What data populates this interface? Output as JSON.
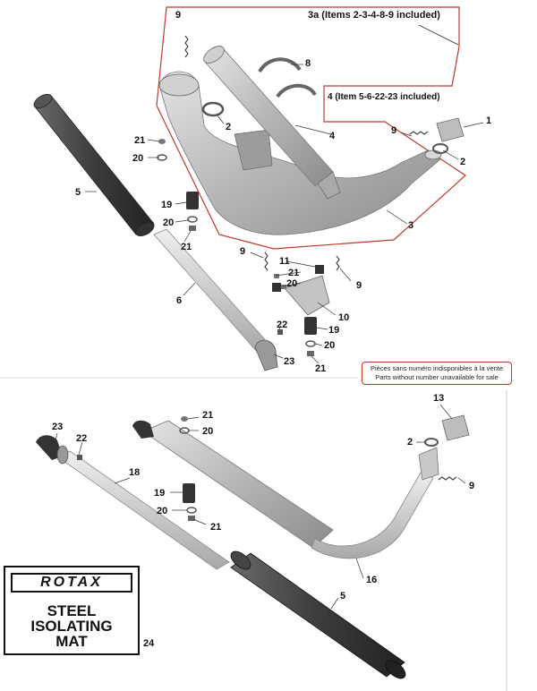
{
  "groups": {
    "group_3a": "3a (Items 2-3-4-8-9 included)",
    "group_4": "4 (Item 5-6-22-23 included)"
  },
  "note": {
    "line1": "Pièces sans numéro indisponibles à la vente",
    "line2": "Parts without number unavailable for sale"
  },
  "mat": {
    "brand": "ROTAX",
    "line1": "STEEL",
    "line2": "ISOLATING",
    "line3": "MAT",
    "number": "24"
  },
  "callouts": {
    "top": [
      "9",
      "8",
      "2",
      "4",
      "1",
      "9",
      "2",
      "21",
      "20",
      "5",
      "19",
      "20",
      "21",
      "3",
      "9",
      "11",
      "21",
      "20",
      "9",
      "6",
      "10",
      "22",
      "19",
      "20",
      "23",
      "21"
    ],
    "bottom": [
      "13",
      "21",
      "20",
      "23",
      "22",
      "2",
      "9",
      "18",
      "19",
      "20",
      "21",
      "5",
      "16"
    ]
  },
  "colors": {
    "part_grey": "#b9b9b9",
    "dark_grey": "#4a4a4a",
    "outline_red": "#c0392b"
  }
}
